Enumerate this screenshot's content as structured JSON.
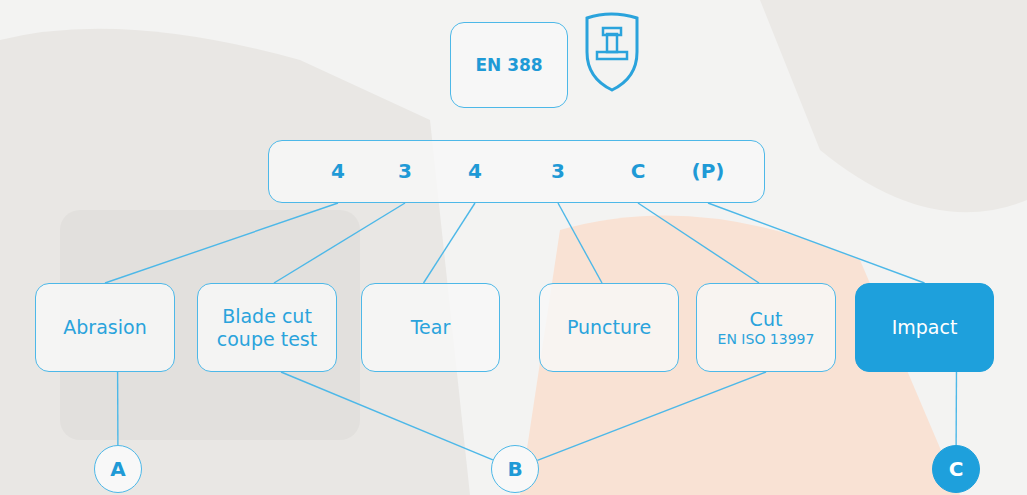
{
  "diagram": {
    "nodes": [
      {
        "text": [
          "EN 388"
        ]
      },
      {
        "text": [
          "4",
          "3",
          "4",
          "3",
          "C",
          "(P)"
        ]
      },
      {
        "text": [
          "Abrasion"
        ]
      },
      {
        "text": [
          "Blade cut coupe test"
        ]
      },
      {
        "text": [
          "Tear"
        ]
      },
      {
        "text": [
          "Puncture"
        ]
      },
      {
        "text": [
          "Cut",
          "EN ISO 13997"
        ]
      },
      {
        "text": [
          "Impact"
        ]
      },
      {
        "text": [
          "A"
        ]
      },
      {
        "text": [
          "B"
        ]
      },
      {
        "text": [
          "C"
        ]
      }
    ],
    "edges": [
      {
        "from": 1,
        "to": 2,
        "arrow": "none"
      },
      {
        "from": 1,
        "to": 3,
        "arrow": "none"
      },
      {
        "from": 1,
        "to": 4,
        "arrow": "none"
      },
      {
        "from": 1,
        "to": 5,
        "arrow": "none"
      },
      {
        "from": 1,
        "to": 6,
        "arrow": "none"
      },
      {
        "from": 1,
        "to": 7,
        "arrow": "none"
      },
      {
        "from": 2,
        "to": 8,
        "arrow": "none"
      },
      {
        "from": 3,
        "to": 9,
        "arrow": "none"
      },
      {
        "from": 6,
        "to": 9,
        "arrow": "none"
      },
      {
        "from": 7,
        "to": 10,
        "arrow": "none"
      }
    ]
  }
}
